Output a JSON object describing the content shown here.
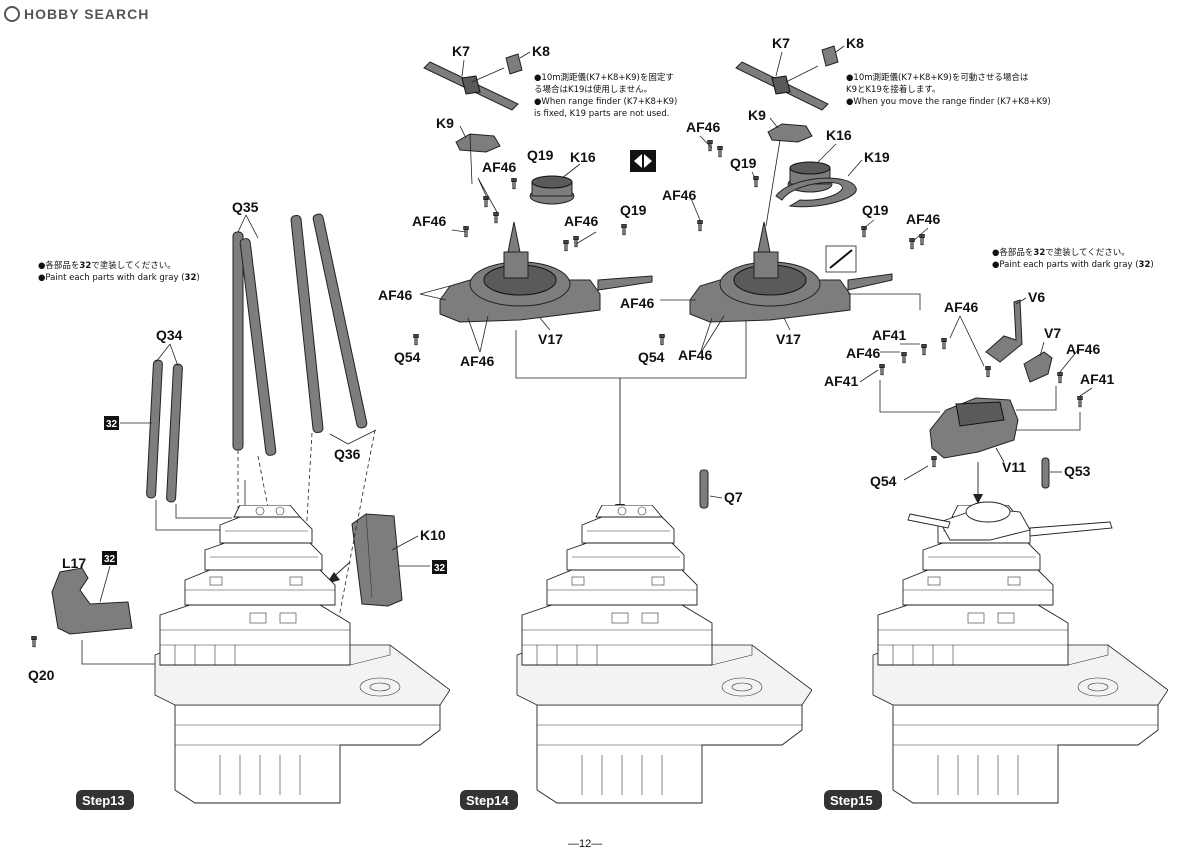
{
  "watermark": "HOBBY SEARCH",
  "page_number": "—12—",
  "paint_code": "32",
  "notes": {
    "paint_jp_prefix": "●各部品を",
    "paint_jp_suffix": "で塗装してください。",
    "paint_en_prefix": "●Paint each parts with dark gray (",
    "paint_en_suffix": ")",
    "fixed_jp_1": "●10m測距儀(K7+K8+K9)を固定す",
    "fixed_jp_2": "る場合はK19は使用しません。",
    "fixed_en_1": "●When range finder (K7+K8+K9)",
    "fixed_en_2": "is fixed, K19 parts are not used.",
    "move_jp_1": "●10m測距儀(K7+K8+K9)を可動させる場合は",
    "move_jp_2": "K9とK19を接着します。",
    "move_en_1": "●When you move the range finder (K7+K8+K9)"
  },
  "steps": [
    "Step13",
    "Step14",
    "Step15"
  ],
  "labels": {
    "K7": "K7",
    "K8": "K8",
    "K9": "K9",
    "K10": "K10",
    "K16": "K16",
    "K19": "K19",
    "Q7": "Q7",
    "Q19": "Q19",
    "Q20": "Q20",
    "Q34": "Q34",
    "Q35": "Q35",
    "Q36": "Q36",
    "Q53": "Q53",
    "Q54": "Q54",
    "L17": "L17",
    "V6": "V6",
    "V7": "V7",
    "V11": "V11",
    "V17": "V17",
    "AF41": "AF41",
    "AF46": "AF46"
  }
}
